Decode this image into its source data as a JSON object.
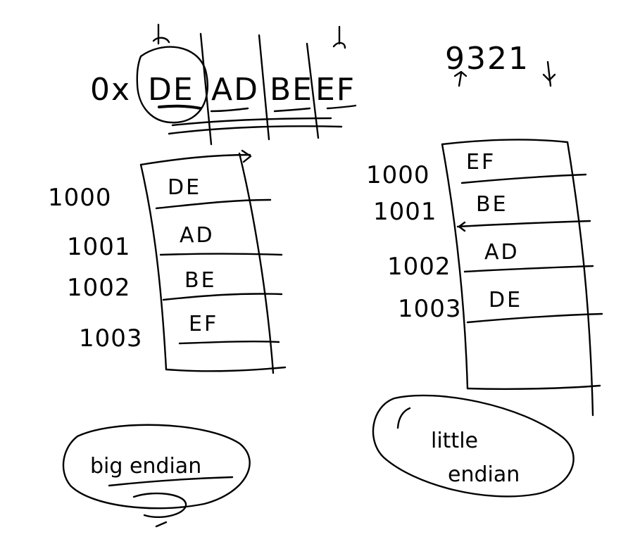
{
  "hex_value": {
    "prefix": "0x",
    "bytes": [
      "DE",
      "AD",
      "BE",
      "EF"
    ]
  },
  "decimal_example": "9321",
  "big_endian": {
    "label": "big endian",
    "rows": [
      {
        "address": "1000",
        "value": "DE"
      },
      {
        "address": "1001",
        "value": "AD"
      },
      {
        "address": "1002",
        "value": "BE"
      },
      {
        "address": "1003",
        "value": "EF"
      }
    ]
  },
  "little_endian": {
    "label_line1": "little",
    "label_line2": "endian",
    "rows": [
      {
        "address": "1000",
        "value": "EF"
      },
      {
        "address": "1001",
        "value": "BE"
      },
      {
        "address": "1002",
        "value": "AD"
      },
      {
        "address": "1003",
        "value": "DE"
      }
    ]
  },
  "colors": {
    "ink": "#000000",
    "paper": "#ffffff"
  }
}
